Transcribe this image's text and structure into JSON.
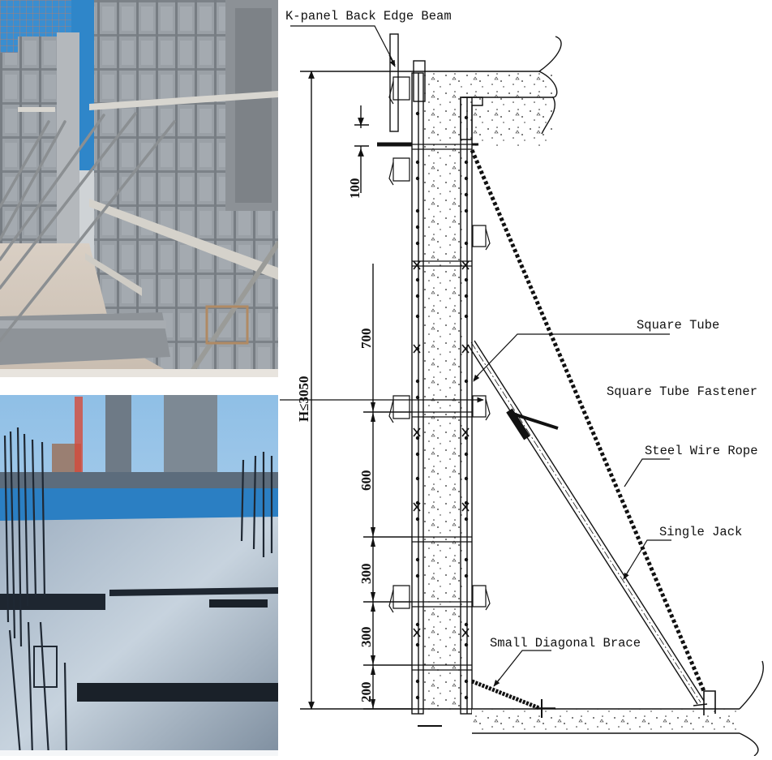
{
  "photos": {
    "top": {
      "subject": "aluminum-formwork-wall-panels-with-single-jack-braces",
      "caption": ""
    },
    "bottom": {
      "subject": "aluminum-formwork-slab-deck-with-rebar-and-high-rise-background",
      "caption": ""
    }
  },
  "drawing": {
    "labels": {
      "k_panel_back_edge_beam": "K-panel Back Edge Beam",
      "square_tube": "Square Tube",
      "square_tube_fastener": "Square Tube Fastener",
      "steel_wire_rope": "Steel Wire Rope",
      "single_jack": "Single Jack",
      "small_diagonal_brace": "Small Diagonal Brace"
    },
    "dimensions": {
      "overall_height": "H≤3050",
      "d1": "100",
      "d2": "700",
      "d3": "600",
      "d4": "300",
      "d5": "300",
      "d6": "200"
    }
  },
  "colors": {
    "line": "#111111",
    "sky": "#a9cbe6",
    "formwork_gray": "#8e9398",
    "safety_net_blue": "#2f86c9"
  }
}
